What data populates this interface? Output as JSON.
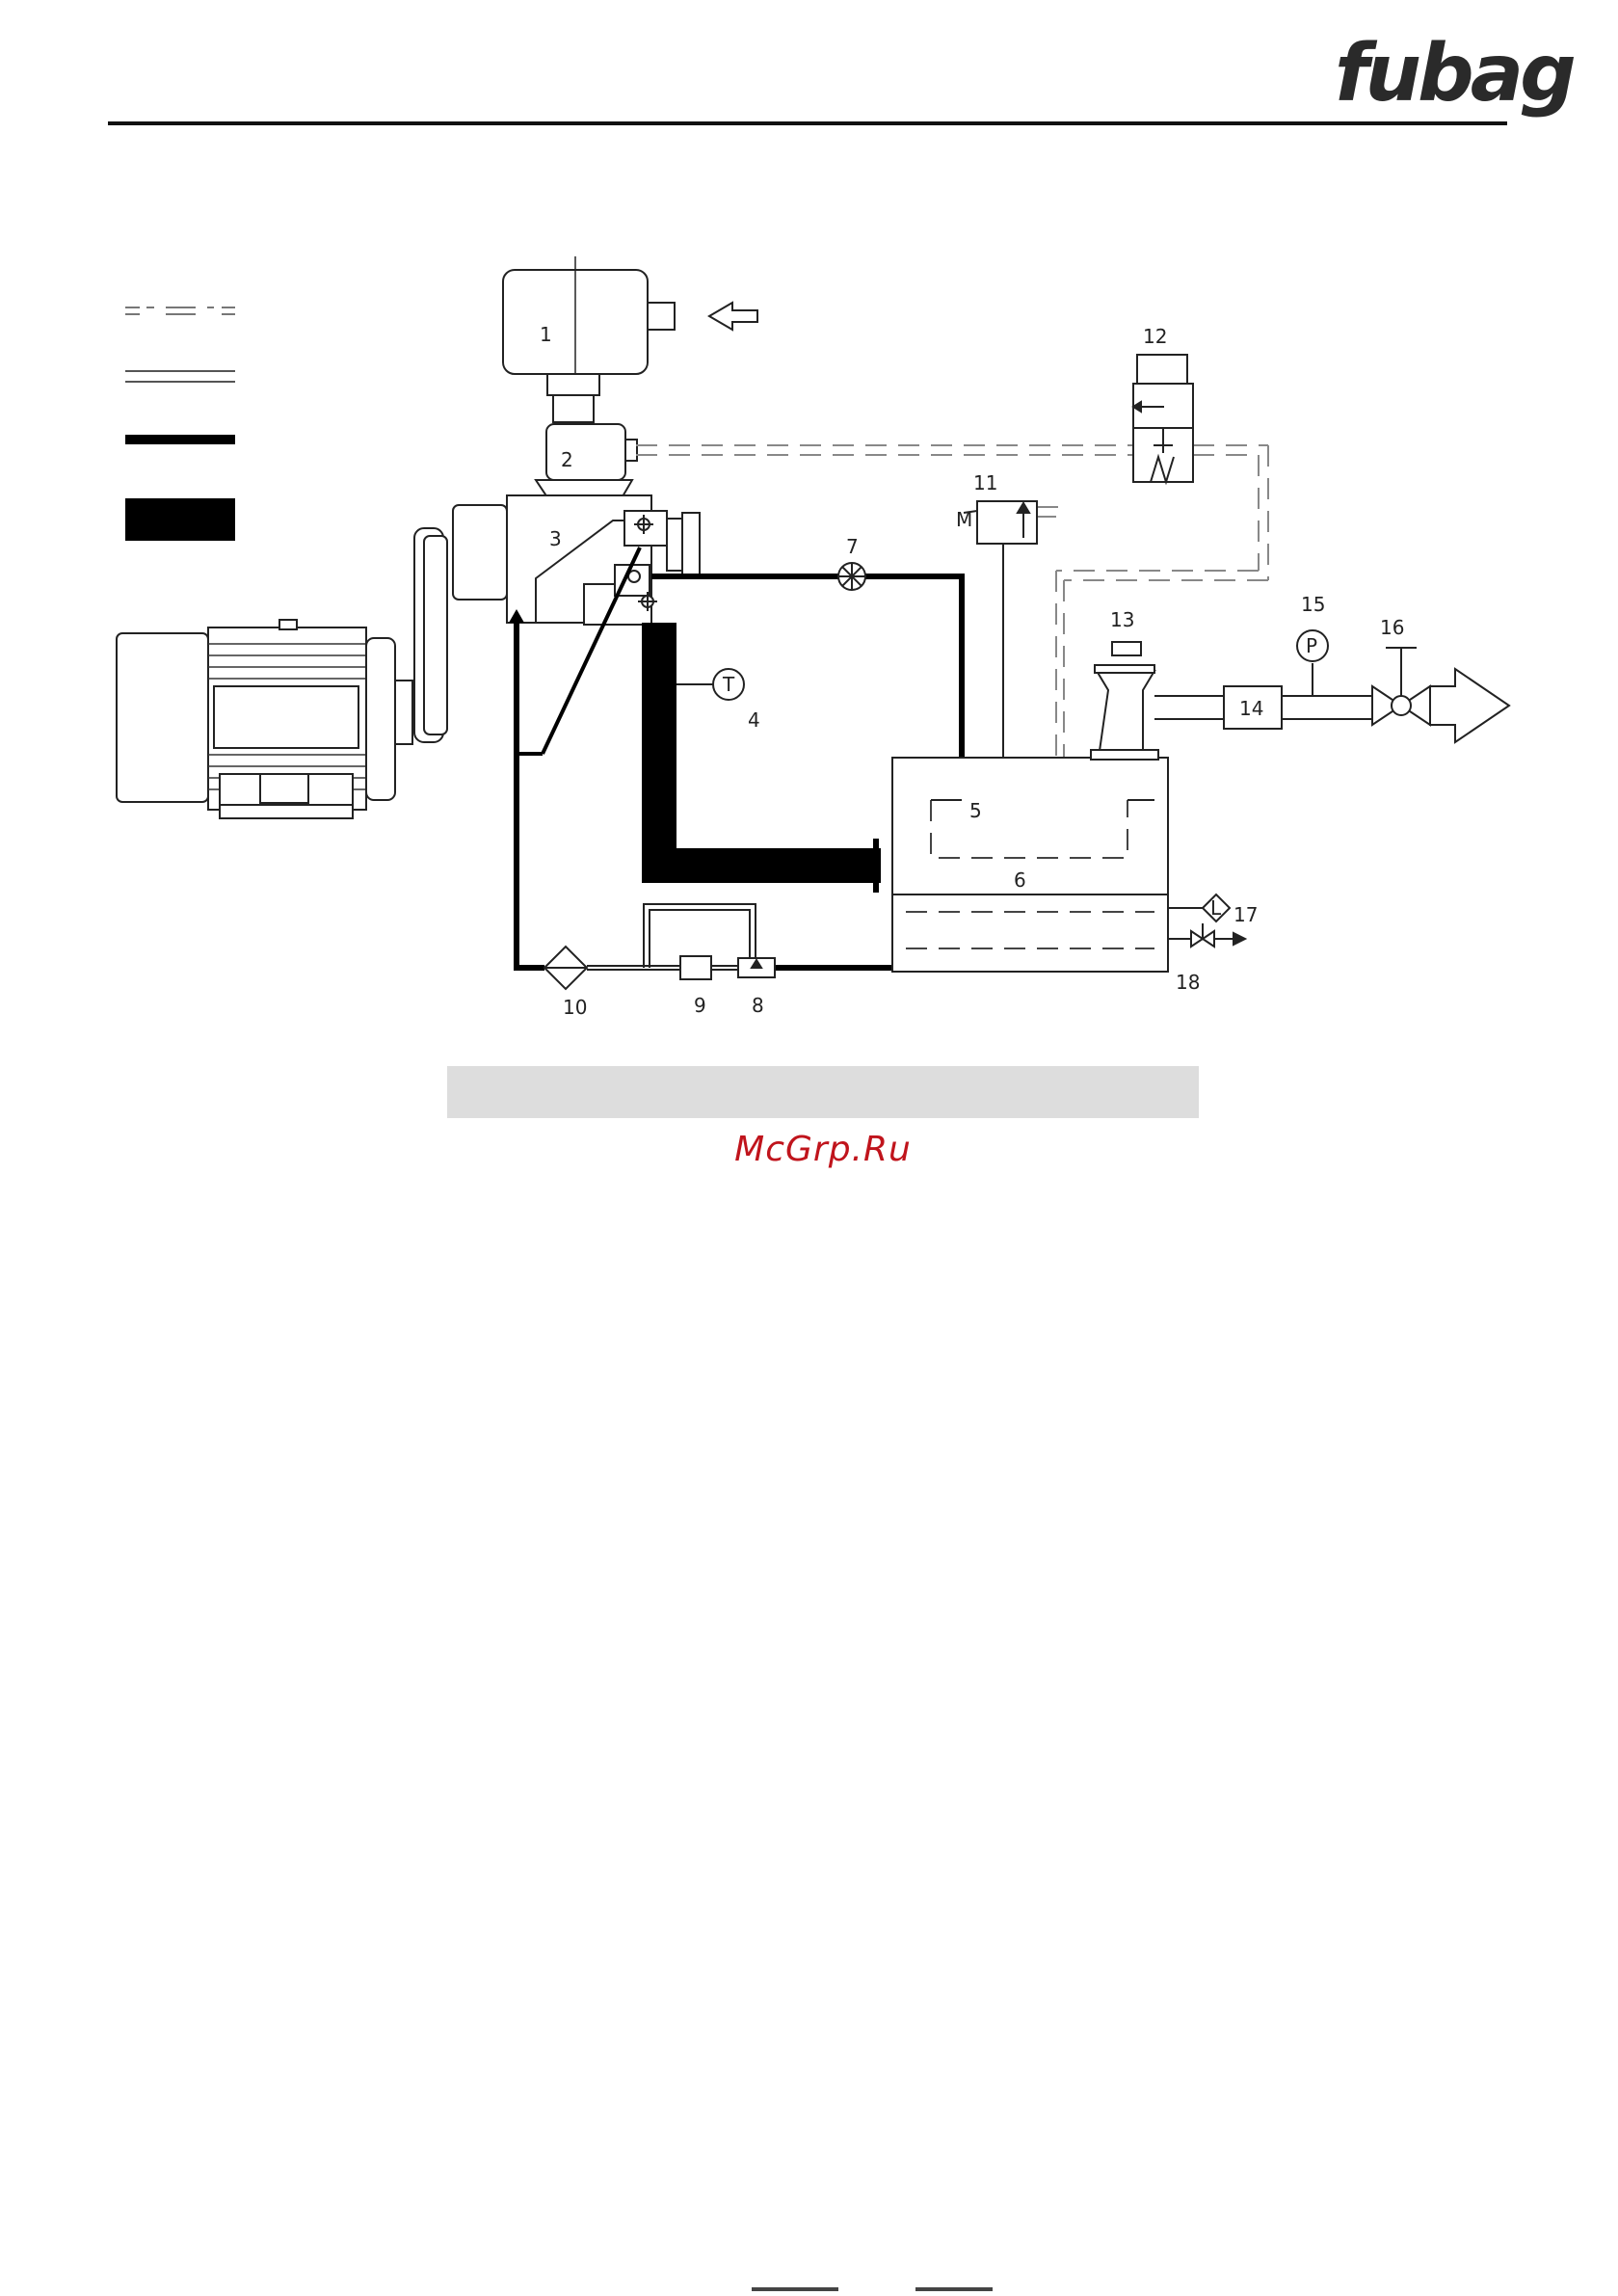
{
  "header": {
    "logo": "fubag"
  },
  "diagram": {
    "labels": {
      "n1": "1",
      "n2": "2",
      "n3": "3",
      "n4": "4",
      "n5": "5",
      "n6": "6",
      "n7": "7",
      "n8": "8",
      "n9": "9",
      "n10": "10",
      "n11": "11",
      "n12": "12",
      "n13": "13",
      "n14": "14",
      "n15": "15",
      "n16": "16",
      "n17": "17",
      "n18": "18",
      "thermo": "T",
      "gauge": "P",
      "levelmark": "L",
      "motor": "M"
    }
  },
  "footer": {
    "watermark": "McGrp.Ru"
  }
}
